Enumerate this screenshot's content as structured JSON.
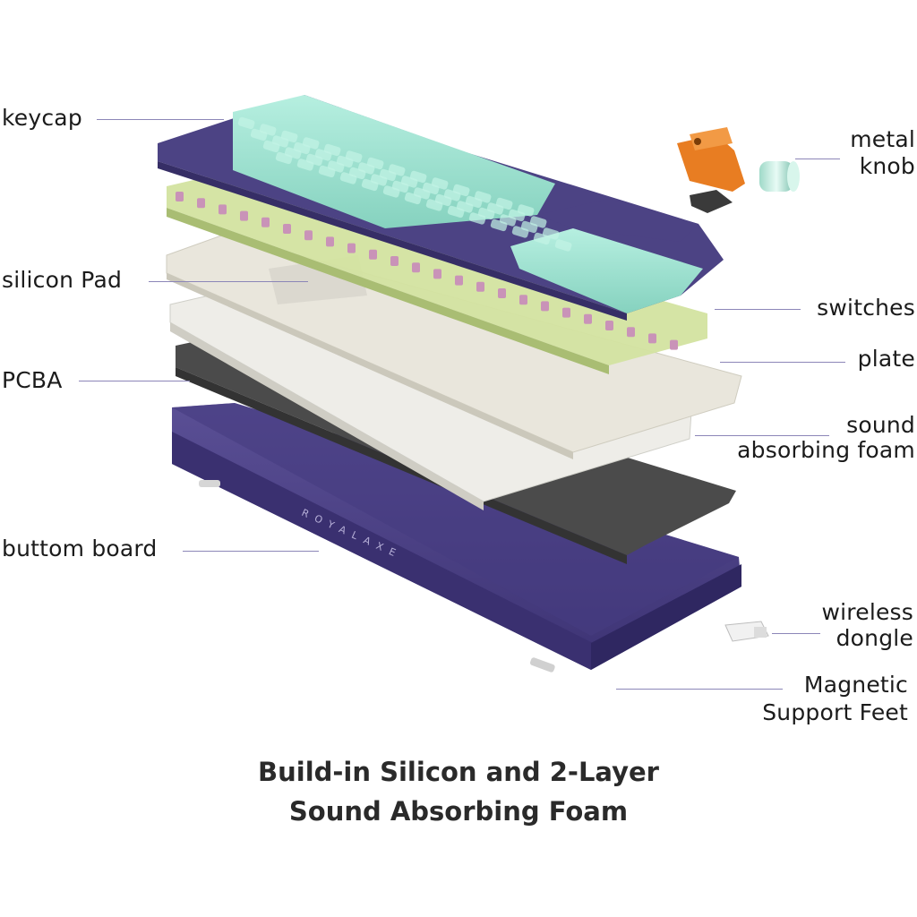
{
  "labels": {
    "keycap": "keycap",
    "silicon_pad": "silicon Pad",
    "pcba": "PCBA",
    "bottom_board": "buttom board",
    "metal_knob_line1": "metal",
    "metal_knob_line2": "knob",
    "switches": "switches",
    "plate": "plate",
    "foam_line1": "sound",
    "foam_line2": "absorbing foam",
    "dongle_line1": "wireless",
    "dongle_line2": "dongle",
    "feet_line1": "Magnetic",
    "feet_line2": "Support Feet"
  },
  "brand": "ROYALAXE",
  "caption": {
    "line1": "Build-in Silicon and 2-Layer",
    "line2": "Sound Absorbing Foam"
  },
  "colors": {
    "case": "#4a3f86",
    "case_edge": "#3a3070",
    "keycap_purple": "#4c4384",
    "keycap_mint": "#9fe3d2",
    "switch_green": "#d8e7a6",
    "switch_pink": "#c993b8",
    "plate": "#e8e6de",
    "pcb": "#4f4f4f",
    "knob_orange": "#e87d22",
    "leader_line": "#8c86b8"
  }
}
